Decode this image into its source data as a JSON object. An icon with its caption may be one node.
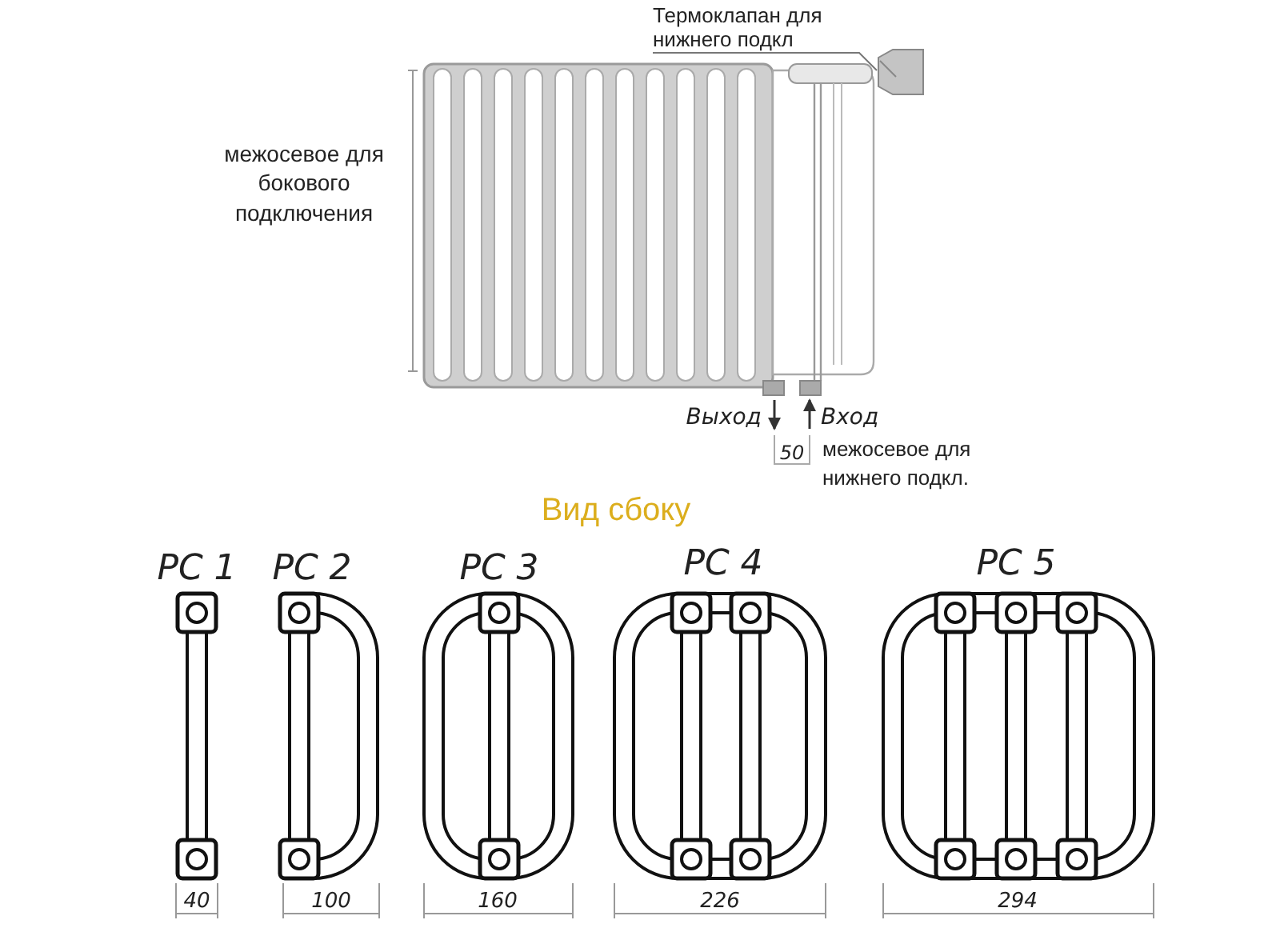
{
  "diagram": {
    "nodes": [
      {
        "text": [
          "Термоклапан для нижнего подкл"
        ]
      },
      {
        "text": [],
        "shape": "picture"
      }
    ],
    "edges": [
      {
        "from": 0,
        "to": 1,
        "arrow": "none"
      }
    ],
    "labels": [
      "межосевое для бокового подключения",
      "Выход",
      "Вход",
      "50",
      "межосевое для нижнего подкл.",
      "Вид сбоку",
      "РС 1",
      "РС 2",
      "РС 3",
      "РС 4",
      "РС 5",
      "40",
      "100",
      "160",
      "226",
      "294"
    ]
  }
}
